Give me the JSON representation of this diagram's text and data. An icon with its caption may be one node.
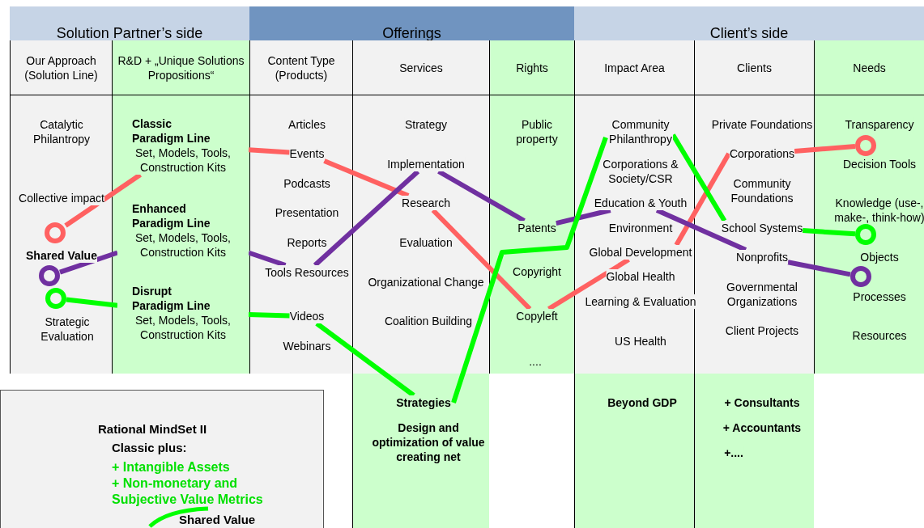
{
  "diagram": {
    "nodes": [
      {
        "text": [
          "Solution Partner’s side"
        ]
      },
      {
        "text": [
          "Offerings"
        ]
      },
      {
        "text": [
          "Client’s side"
        ]
      },
      {
        "text": [
          "Our Approach (Solution Line)"
        ]
      },
      {
        "text": [
          "Catalytic Philantropy"
        ],
        "in": 3
      },
      {
        "text": [
          "Collective impact"
        ],
        "in": 3
      },
      {
        "text": [],
        "shape": "circle",
        "in": 3
      },
      {
        "text": [
          "Shared Value"
        ],
        "in": 3
      },
      {
        "text": [],
        "shape": "circle",
        "in": 3
      },
      {
        "text": [],
        "shape": "circle",
        "in": 3
      },
      {
        "text": [
          "Strategic Evaluation"
        ],
        "in": 3
      },
      {
        "text": [
          "R&D + „Unique Solutions Propositions“"
        ]
      },
      {
        "text": [
          "Classic Paradigm Line",
          "Set, Models, Tools, Construction Kits"
        ],
        "in": 11
      },
      {
        "text": [
          "Enhanced Paradigm Line",
          "Set, Models, Tools, Construction Kits"
        ],
        "in": 11
      },
      {
        "text": [
          "Disrupt Paradigm Line",
          "Set, Models, Tools, Construction Kits"
        ],
        "in": 11
      },
      {
        "text": [
          "Content Type (Products)"
        ]
      },
      {
        "text": [
          "Articles"
        ],
        "in": 15
      },
      {
        "text": [
          "Events"
        ],
        "in": 15
      },
      {
        "text": [
          "Podcasts"
        ],
        "in": 15
      },
      {
        "text": [
          "Presentation"
        ],
        "in": 15
      },
      {
        "text": [
          "Reports"
        ],
        "in": 15
      },
      {
        "text": [
          "Tools Resources"
        ],
        "in": 15
      },
      {
        "text": [
          "Videos"
        ],
        "in": 15
      },
      {
        "text": [
          "Webinars"
        ],
        "in": 15
      },
      {
        "text": [
          "Services"
        ]
      },
      {
        "text": [
          "Strategy"
        ],
        "in": 24
      },
      {
        "text": [
          "Implementation"
        ],
        "in": 24
      },
      {
        "text": [
          "Research"
        ],
        "in": 24
      },
      {
        "text": [
          "Evaluation"
        ],
        "in": 24
      },
      {
        "text": [
          "Organizational Change"
        ],
        "in": 24
      },
      {
        "text": [
          "Coalition Building"
        ],
        "in": 24
      },
      {
        "text": [
          "Strategies"
        ],
        "in": 24
      },
      {
        "text": [
          "Design and optimization of value creating net"
        ],
        "in": 24
      },
      {
        "text": [
          "Rights"
        ]
      },
      {
        "text": [
          "Public property"
        ],
        "in": 33
      },
      {
        "text": [
          "Patents"
        ],
        "in": 33
      },
      {
        "text": [
          "Copyright"
        ],
        "in": 33
      },
      {
        "text": [
          "Copyleft"
        ],
        "in": 33
      },
      {
        "text": [
          "...."
        ],
        "in": 33
      },
      {
        "text": [
          "Impact Area"
        ]
      },
      {
        "text": [
          "Community Philanthropy"
        ],
        "in": 39
      },
      {
        "text": [
          "Corporations & Society/CSR"
        ],
        "in": 39
      },
      {
        "text": [
          "Education & Youth"
        ],
        "in": 39
      },
      {
        "text": [
          "Environment"
        ],
        "in": 39
      },
      {
        "text": [
          "Global Development"
        ],
        "in": 39
      },
      {
        "text": [
          "Global Health"
        ],
        "in": 39
      },
      {
        "text": [
          "Learning & Evaluation"
        ],
        "in": 39
      },
      {
        "text": [
          "US Health"
        ],
        "in": 39
      },
      {
        "text": [
          "Beyond GDP"
        ],
        "in": 39
      },
      {
        "text": [
          "Clients"
        ]
      },
      {
        "text": [
          "Private Foundations"
        ],
        "in": 49
      },
      {
        "text": [
          "Corporations"
        ],
        "in": 49
      },
      {
        "text": [
          "Community Foundations"
        ],
        "in": 49
      },
      {
        "text": [
          "School Systems"
        ],
        "in": 49
      },
      {
        "text": [
          "Nonprofits"
        ],
        "in": 49
      },
      {
        "text": [
          "Governmental Organizations"
        ],
        "in": 49
      },
      {
        "text": [
          "Client Projects"
        ],
        "in": 49
      },
      {
        "text": [
          "+ Consultants"
        ],
        "in": 49
      },
      {
        "text": [
          "+ Accountants"
        ],
        "in": 49
      },
      {
        "text": [
          "+...."
        ],
        "in": 49
      },
      {
        "text": [
          "Needs"
        ]
      },
      {
        "text": [
          "Transparency"
        ],
        "in": 60
      },
      {
        "text": [
          "Decision Tools"
        ],
        "in": 60
      },
      {
        "text": [],
        "shape": "circle",
        "in": 60
      },
      {
        "text": [
          "Knowledge (use-, make-, think-how)"
        ],
        "in": 60
      },
      {
        "text": [],
        "shape": "circle",
        "in": 60
      },
      {
        "text": [
          "Objects"
        ],
        "in": 60
      },
      {
        "text": [],
        "shape": "circle",
        "in": 60
      },
      {
        "text": [
          "Processes"
        ],
        "in": 60
      },
      {
        "text": [
          "Resources"
        ],
        "in": 60
      },
      {
        "text": [
          "Rational MindSet II",
          "Classic plus:",
          "+ Intangible Assets",
          "+ Non-monetary and Subjective Value Metrics",
          "Shared Value"
        ]
      }
    ],
    "edges": [
      {
        "from": 6,
        "to": 12,
        "arrow": "none",
        "color": "#ff6161"
      },
      {
        "from": 12,
        "to": 17,
        "arrow": "none",
        "color": "#ff6161"
      },
      {
        "from": 17,
        "to": 27,
        "arrow": "none",
        "color": "#ff6161"
      },
      {
        "from": 27,
        "to": 37,
        "arrow": "none",
        "color": "#ff6161"
      },
      {
        "from": 37,
        "to": 44,
        "arrow": "none",
        "color": "#ff6161"
      },
      {
        "from": 44,
        "to": 51,
        "arrow": "none",
        "color": "#ff6161"
      },
      {
        "from": 51,
        "to": 63,
        "arrow": "none",
        "color": "#ff6161"
      },
      {
        "from": 8,
        "to": 13,
        "arrow": "none",
        "color": "#7030a0"
      },
      {
        "from": 13,
        "to": 21,
        "arrow": "none",
        "color": "#7030a0"
      },
      {
        "from": 21,
        "to": 26,
        "arrow": "none",
        "color": "#7030a0"
      },
      {
        "from": 26,
        "to": 35,
        "arrow": "none",
        "color": "#7030a0"
      },
      {
        "from": 35,
        "to": 42,
        "arrow": "none",
        "color": "#7030a0"
      },
      {
        "from": 42,
        "to": 54,
        "arrow": "none",
        "color": "#7030a0"
      },
      {
        "from": 54,
        "to": 67,
        "arrow": "none",
        "color": "#7030a0"
      },
      {
        "from": 9,
        "to": 14,
        "arrow": "none",
        "color": "#00ff00"
      },
      {
        "from": 14,
        "to": 22,
        "arrow": "none",
        "color": "#00ff00"
      },
      {
        "from": 22,
        "to": 31,
        "arrow": "none",
        "color": "#00ff00"
      },
      {
        "from": 31,
        "to": 40,
        "arrow": "none",
        "color": "#00ff00"
      },
      {
        "from": 40,
        "to": 53,
        "arrow": "none",
        "color": "#00ff00"
      },
      {
        "from": 53,
        "to": 65,
        "arrow": "none",
        "color": "#00ff00"
      }
    ]
  }
}
